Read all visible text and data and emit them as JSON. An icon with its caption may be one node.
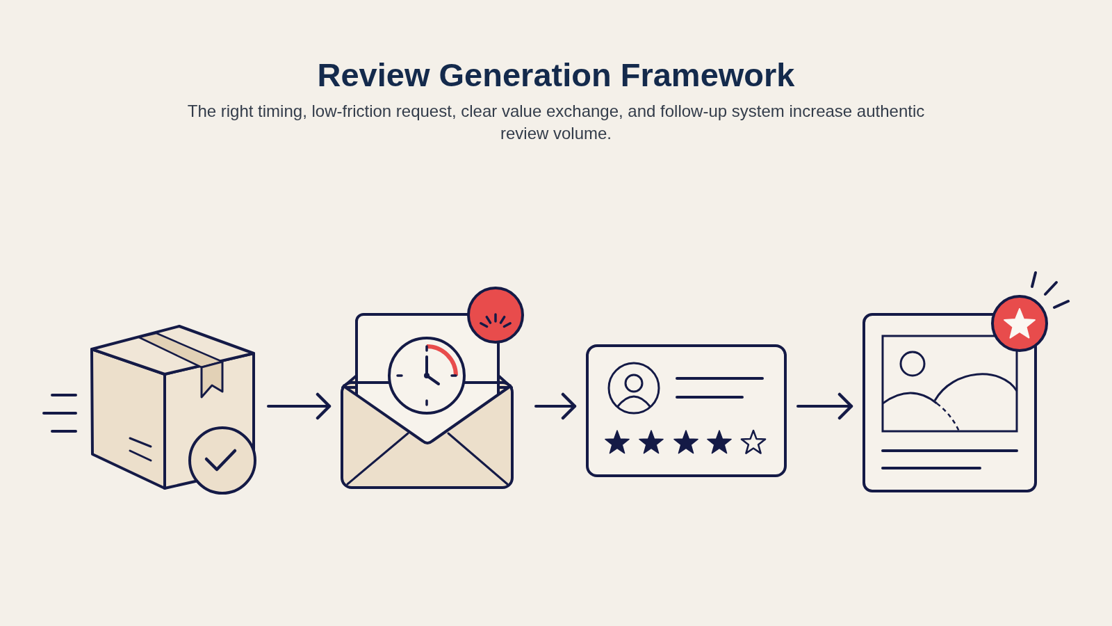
{
  "diagram": {
    "title": "Review Generation Framework",
    "caption": "The right timing, low-friction request, clear value exchange, and follow-up system increase authentic review volume.",
    "nodes": [
      {
        "text": [],
        "shape": "picture"
      },
      {
        "text": [],
        "shape": "picture"
      },
      {
        "text": [],
        "shape": "picture"
      },
      {
        "text": [],
        "shape": "picture"
      }
    ],
    "edges": [
      {
        "from": 0,
        "to": 1,
        "arrow": "to"
      },
      {
        "from": 1,
        "to": 2,
        "arrow": "to"
      },
      {
        "from": 2,
        "to": 3,
        "arrow": "to"
      }
    ]
  }
}
